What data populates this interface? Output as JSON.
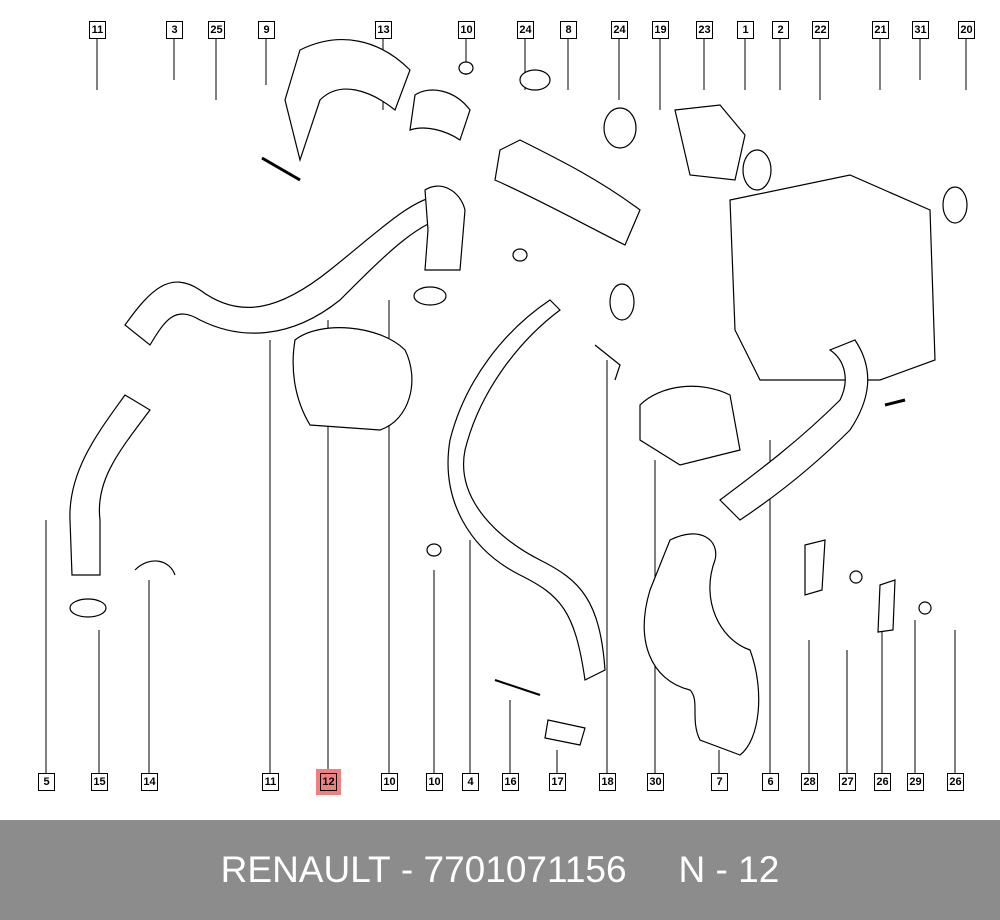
{
  "diagram": {
    "top_callouts": [
      "11",
      "3",
      "25",
      "9",
      "13",
      "10",
      "24",
      "8",
      "24",
      "19",
      "23",
      "1",
      "2",
      "22",
      "21",
      "31",
      "20"
    ],
    "bottom_callouts": [
      "5",
      "15",
      "14",
      "11",
      "12",
      "10",
      "10",
      "4",
      "16",
      "17",
      "18",
      "30",
      "7",
      "6",
      "28",
      "27",
      "26",
      "29",
      "26"
    ],
    "highlighted_callout": "12",
    "highlight_color": "#f08080"
  },
  "footer": {
    "brand": "RENAULT",
    "separator": " - ",
    "part_number": "7701071156",
    "position_label": "N - 12"
  }
}
